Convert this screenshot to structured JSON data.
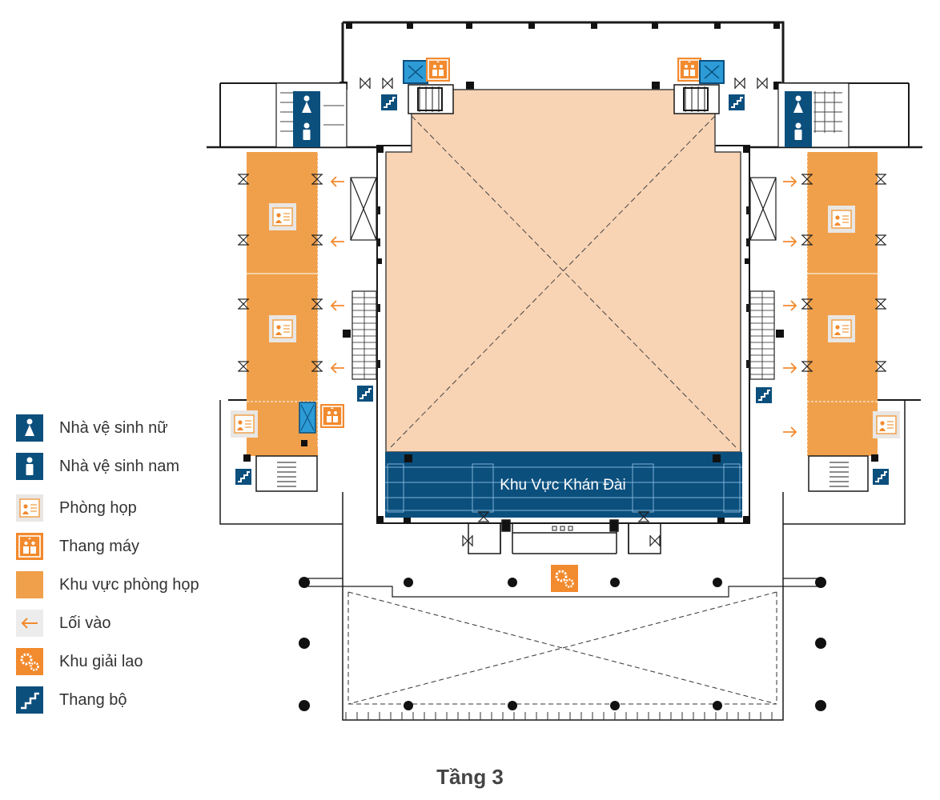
{
  "colors": {
    "navy": "#0b4f7d",
    "orange": "#f0a04b",
    "orange_dark": "#f28a2e",
    "peach": "#f8d3b4",
    "cyan": "#2c9bd6",
    "gray": "#e6e6e6",
    "line": "#1a1a1a"
  },
  "map": {
    "stage_label": "Khu Vực Khán Đài",
    "floor_title": "Tầng 3"
  },
  "legend": [
    {
      "icon": "female-restroom-icon",
      "label": "Nhà vệ sinh nữ"
    },
    {
      "icon": "male-restroom-icon",
      "label": "Nhà vệ sinh nam"
    },
    {
      "icon": "meeting-room-icon",
      "label": "Phòng họp"
    },
    {
      "icon": "elevator-icon",
      "label": "Thang máy"
    },
    {
      "icon": "meeting-area-icon",
      "label": "Khu vực phòng họp"
    },
    {
      "icon": "entrance-arrow-icon",
      "label": "Lối vào"
    },
    {
      "icon": "break-area-icon",
      "label": "Khu giải lao"
    },
    {
      "icon": "stairs-icon",
      "label": "Thang bộ"
    }
  ]
}
